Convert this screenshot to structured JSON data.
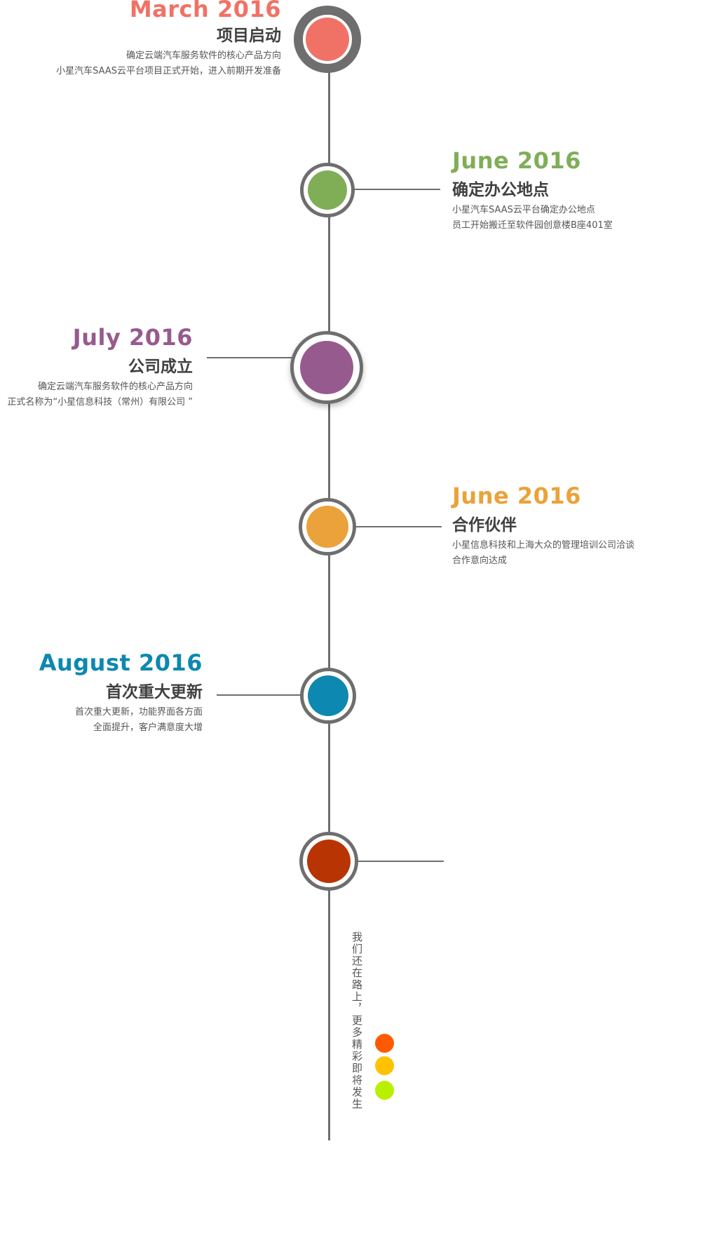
{
  "milestones": [
    {
      "date": "March 2016",
      "title": "项目启动",
      "lines": [
        "确定云端汽车服务软件的核心产品方向",
        "小星汽车SAAS云平台项目正式开始，进入前期开发准备"
      ],
      "color": "#F07266"
    },
    {
      "date": "June 2016",
      "title": "确定办公地点",
      "lines": [
        "小星汽车SAAS云平台确定办公地点",
        "员工开始搬迁至软件园创意楼B座401室"
      ],
      "color": "#7FAE57"
    },
    {
      "date": "July 2016",
      "title": "公司成立",
      "lines": [
        "确定云端汽车服务软件的核心产品方向",
        "正式名称为“小星信息科技（常州）有限公司 ”"
      ],
      "color": "#975A8E"
    },
    {
      "date": "June 2016",
      "title": "合作伙伴",
      "lines": [
        "小星信息科技和上海大众的管理培训公司洽谈",
        "合作意向达成"
      ],
      "color": "#EBA23A"
    },
    {
      "date": "August 2016",
      "title": "首次重大更新",
      "lines": [
        "首次重大更新，功能界面各方面",
        "全面提升，客户满意度大增"
      ],
      "color": "#0D88B0"
    },
    {
      "color": "#B83503"
    }
  ],
  "footer": {
    "text": "我们还在路上，更多精彩即将发生",
    "dot_colors": [
      "#FF5A00",
      "#FFC200",
      "#B8F000"
    ]
  }
}
